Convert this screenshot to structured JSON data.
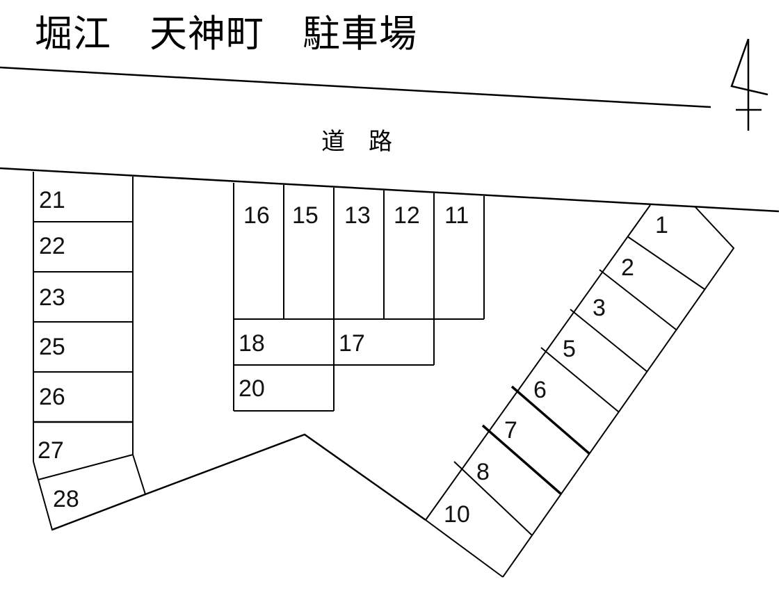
{
  "title": "堀江　天神町　駐車場",
  "road_label": "道　路",
  "compass": {
    "icon": "north-arrow-icon"
  },
  "colors": {
    "line": "#000000",
    "background": "#ffffff",
    "text": "#111111"
  },
  "slots": {
    "left_column": [
      "21",
      "22",
      "23",
      "25",
      "26",
      "27",
      "28"
    ],
    "center_top_row": [
      "16",
      "15",
      "13",
      "12",
      "11"
    ],
    "center_lower": [
      "18",
      "17",
      "20"
    ],
    "diagonal_row": [
      "1",
      "2",
      "3",
      "5",
      "6",
      "7",
      "8",
      "10"
    ]
  },
  "labels": {
    "s21": "21",
    "s22": "22",
    "s23": "23",
    "s25": "25",
    "s26": "26",
    "s27": "27",
    "s28": "28",
    "s16": "16",
    "s15": "15",
    "s13": "13",
    "s12": "12",
    "s11": "11",
    "s18": "18",
    "s17": "17",
    "s20": "20",
    "s1": "1",
    "s2": "2",
    "s3": "3",
    "s5": "5",
    "s6": "6",
    "s7": "7",
    "s8": "8",
    "s10": "10"
  }
}
